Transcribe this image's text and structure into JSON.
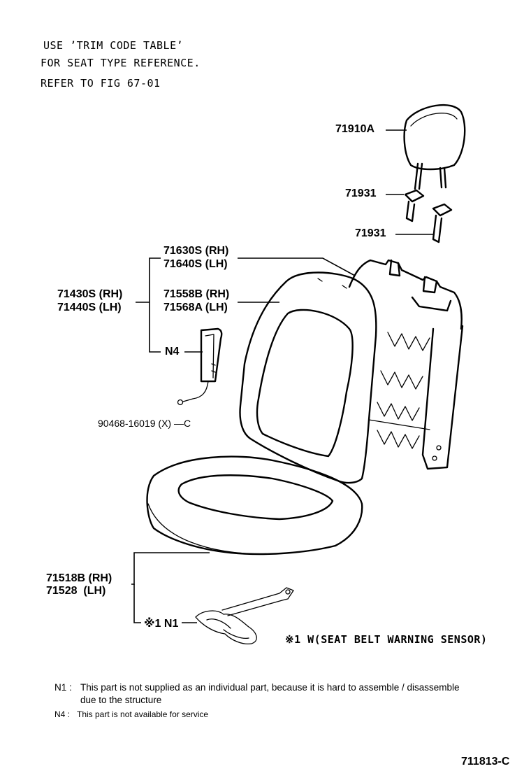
{
  "header_notes": [
    "USE ’TRIM CODE TABLE’",
    "FOR SEAT TYPE REFERENCE.",
    "REFER TO FIG 67-01"
  ],
  "parts": {
    "headrest": "71910A",
    "guide_1": "71931",
    "guide_2": "71931",
    "back_cover_rh": "71630S (RH)",
    "back_cover_lh": "71640S (LH)",
    "back_pad_rh": "71558B (RH)",
    "back_pad_lh": "71568A (LH)",
    "seatback_rh": "71430S (RH)",
    "seatback_lh": "71440S (LH)",
    "airbag": "N4",
    "screw": "90468-16019 (X) —C",
    "cushion_rh": "71518B (RH)",
    "cushion_lh": "71528  (LH)",
    "sensor": "※1 N1"
  },
  "sensor_note": "※1 W(SEAT BELT WARNING SENSOR)",
  "footnotes": {
    "n1_code": "N1 :",
    "n1_line1": "This part is not supplied as an individual part, because it is hard to assemble / disassemble",
    "n1_line2": "due to the structure",
    "n4_code": "N4 :",
    "n4_line1": "This part is not available for service"
  },
  "figure_id": "711813-C"
}
